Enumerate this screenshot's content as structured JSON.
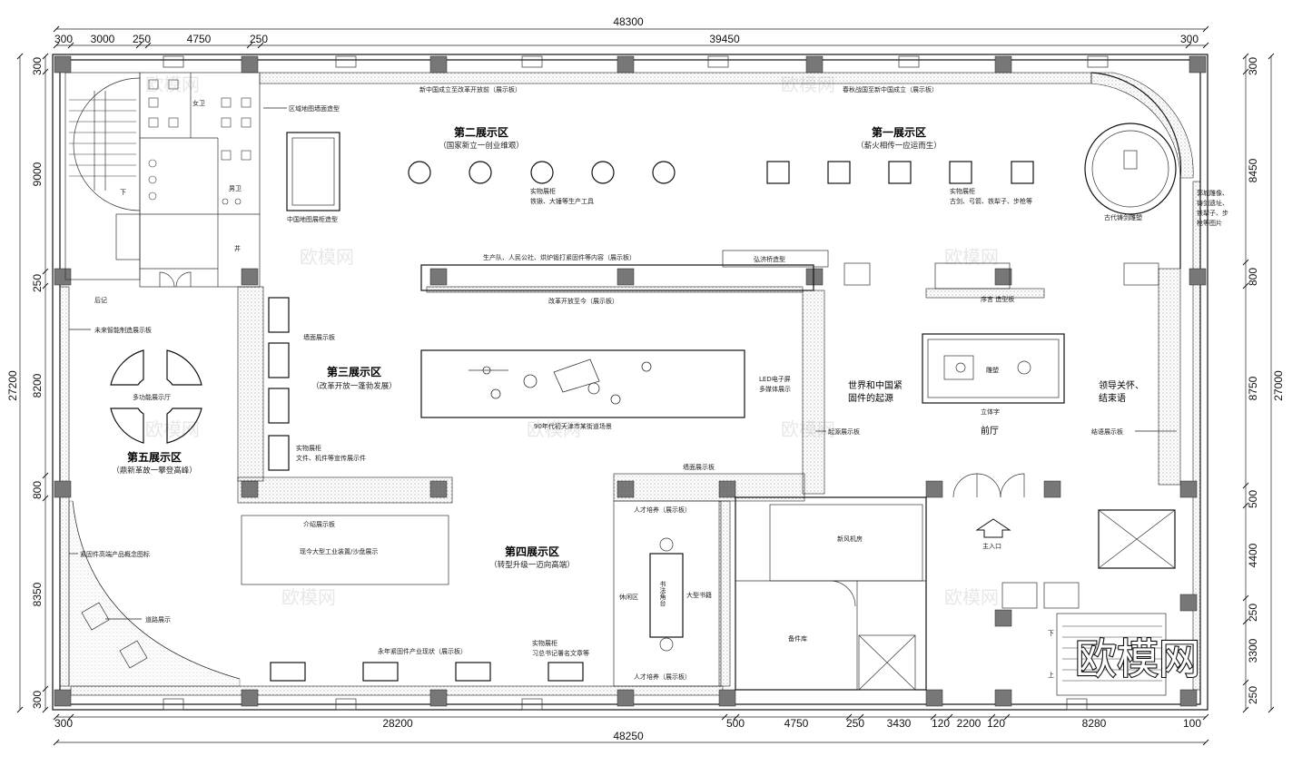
{
  "dims": {
    "top_total": "48300",
    "top_segments": [
      "300",
      "3000",
      "250",
      "4750",
      "250",
      "39450",
      "300"
    ],
    "bottom_total": "48250",
    "bottom_segments": [
      "300",
      "28200",
      "500",
      "4750",
      "250",
      "3430",
      "120",
      "2200",
      "120",
      "8280",
      "100"
    ],
    "left_total": "27200",
    "left_segments": [
      "300",
      "9000",
      "250",
      "8200",
      "800",
      "8350",
      "300"
    ],
    "right_total": "27000",
    "right_segments": [
      "300",
      "8450",
      "800",
      "8750",
      "500",
      "4400",
      "250",
      "3300",
      "250"
    ]
  },
  "zones": {
    "z1": {
      "title": "第一展示区",
      "sub": "（薪火相传一应运而生）"
    },
    "z2": {
      "title": "第二展示区",
      "sub": "（国家新立一创业维艰）"
    },
    "z3": {
      "title": "第三展示区",
      "sub": "（改革开放一蓬勃发展）"
    },
    "z4": {
      "title": "第四展示区",
      "sub": "（转型升级一迈向高端）"
    },
    "z5": {
      "title": "第五展示区",
      "sub": "（鼎新革故一攀登高峰）"
    }
  },
  "labels": {
    "l01": "新中国成立至改革开放前（展示板）",
    "l02": "春秋战国至新中国成立（展示板）",
    "l03": "区域地图墙面造型",
    "l04": "女卫",
    "l05": "男卫",
    "l06": "井",
    "l07": "下",
    "l08": "中国地图展柜造型",
    "l09": "实物展柜",
    "l10": "铁锹、大锤等生产工具",
    "l11": "实物展柜",
    "l12": "古剑、弓箭、铁犁子、步枪等",
    "l13": "古代铸剑雕塑",
    "l14": "郭城雕像、",
    "l15": "铸剑遗址、",
    "l16": "铁犁子、步",
    "l17": "枪等图片",
    "l18": "生产队、人民公社、烘炉锻打紧固件等内容（展示板）",
    "l19": "弘济桥造型",
    "l20": "改革开放至今（展示板）",
    "l21": "序言 造型板",
    "l22": "后记",
    "l23": "未来智能制造展示板",
    "l24": "多功能展示厅",
    "l25": "墙面展示板",
    "l26": "雕塑",
    "l27": "立体字",
    "l28": "LED电子屏",
    "l29": "多媒体展示",
    "l30": "世界和中国紧",
    "l31": "固件的起源",
    "l32": "领导关怀、",
    "l33": "结束语",
    "l34": "90年代初天津市某街道场景",
    "l35": "起源展示板",
    "l36": "前厅",
    "l37": "结语展示板",
    "l38": "实物展柜",
    "l39": "文件、机件等宣传展示件",
    "l40": "墙面展示板",
    "l41": "介绍展示板",
    "l42": "现今大型工业装置/沙盘展示",
    "l43": "人才培养（展示板）",
    "l44": "新风机房",
    "l45": "主入口",
    "l46": "紧固件高端产品概念图标",
    "l47": "休闲区",
    "l48": "书法角台",
    "l49": "大型书籍",
    "l50": "道路展示",
    "l51": "备件库",
    "l52": "永年紧固件产业现状（展示板）",
    "l53": "实物展柜",
    "l54": "习总书记署名文章等",
    "l55": "人才培养（展示板）",
    "l56": "下",
    "l57": "上"
  },
  "watermarks": [
    "欧模网",
    "欧模网",
    "欧模网",
    "欧模网",
    "欧模网",
    "欧模网",
    "欧模网",
    "欧模网",
    "欧模网"
  ],
  "logo": "欧模网",
  "colors": {
    "line": "#111111",
    "column": "#777777",
    "hatch": "#666666"
  }
}
